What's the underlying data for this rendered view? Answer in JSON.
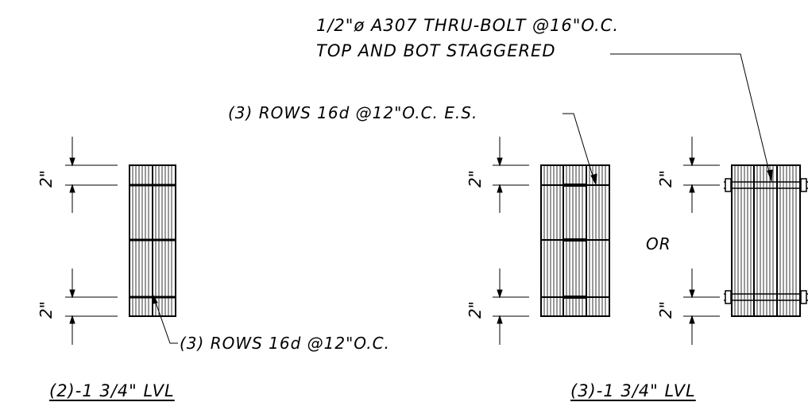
{
  "callouts": {
    "bolt_line1": "1/2\"ø A307 THRU-BOLT @16\"O.C.",
    "bolt_line2": "TOP AND BOT STAGGERED",
    "nails_es": "(3) ROWS 16d @12\"O.C. E.S.",
    "nails_oc": "(3) ROWS 16d @12\"O.C.",
    "or": "OR"
  },
  "titles": {
    "left": "(2)-1 3/4\" LVL",
    "right": "(3)-1 3/4\" LVL"
  },
  "dimensions": {
    "spacing": "2\""
  },
  "colors": {
    "ink": "#000000",
    "background": "#ffffff"
  }
}
